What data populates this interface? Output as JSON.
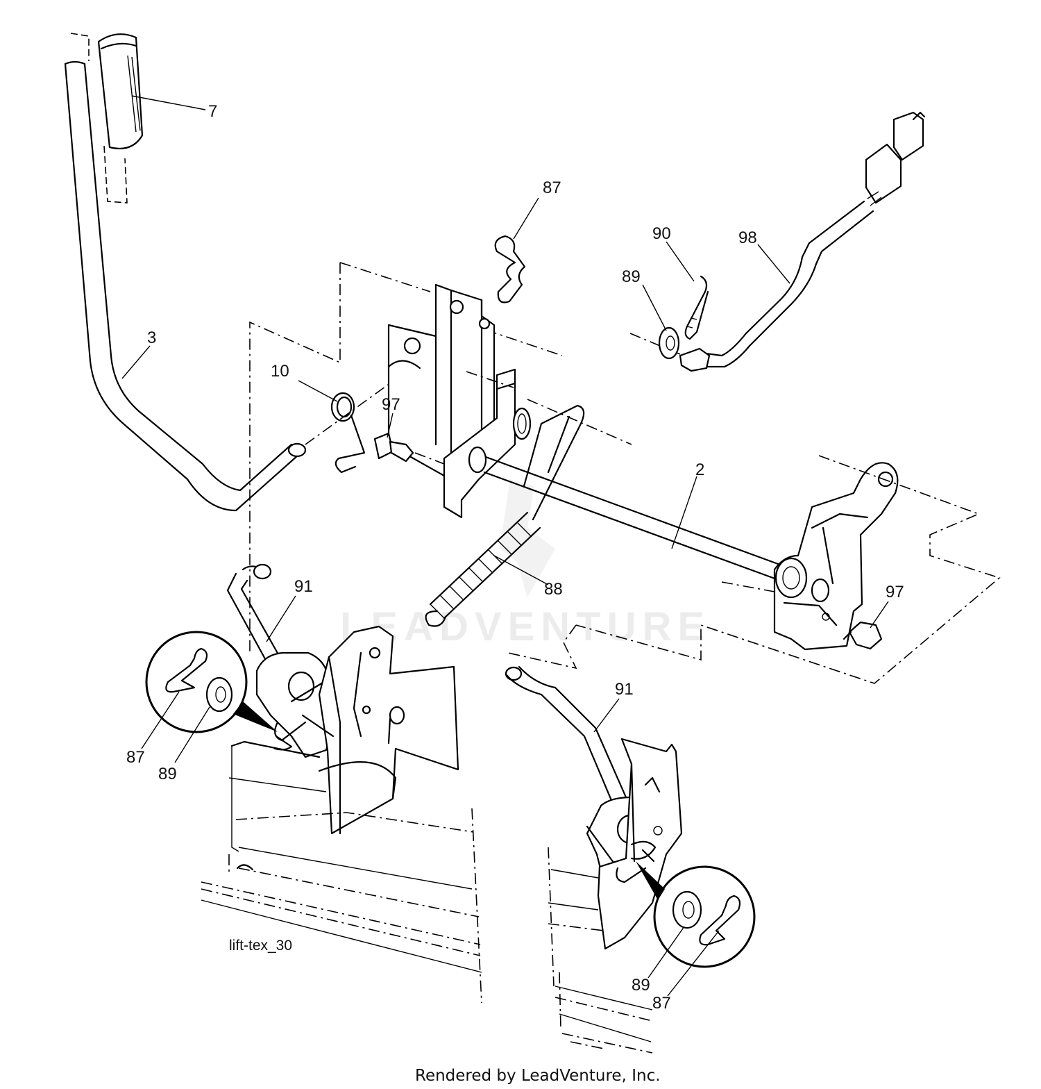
{
  "callouts": {
    "c7": "7",
    "c3": "3",
    "c10": "10",
    "c97a": "97",
    "c87a": "87",
    "c90": "90",
    "c89a": "89",
    "c98": "98",
    "c2": "2",
    "c88": "88",
    "c91a": "91",
    "c97b": "97",
    "c91b": "91",
    "c87b": "87",
    "c89b": "89",
    "c89c": "89",
    "c87c": "87"
  },
  "diagram_id": "lift-tex_30",
  "watermark": "LEADVENTURE",
  "footer": "Rendered by LeadVenture, Inc."
}
